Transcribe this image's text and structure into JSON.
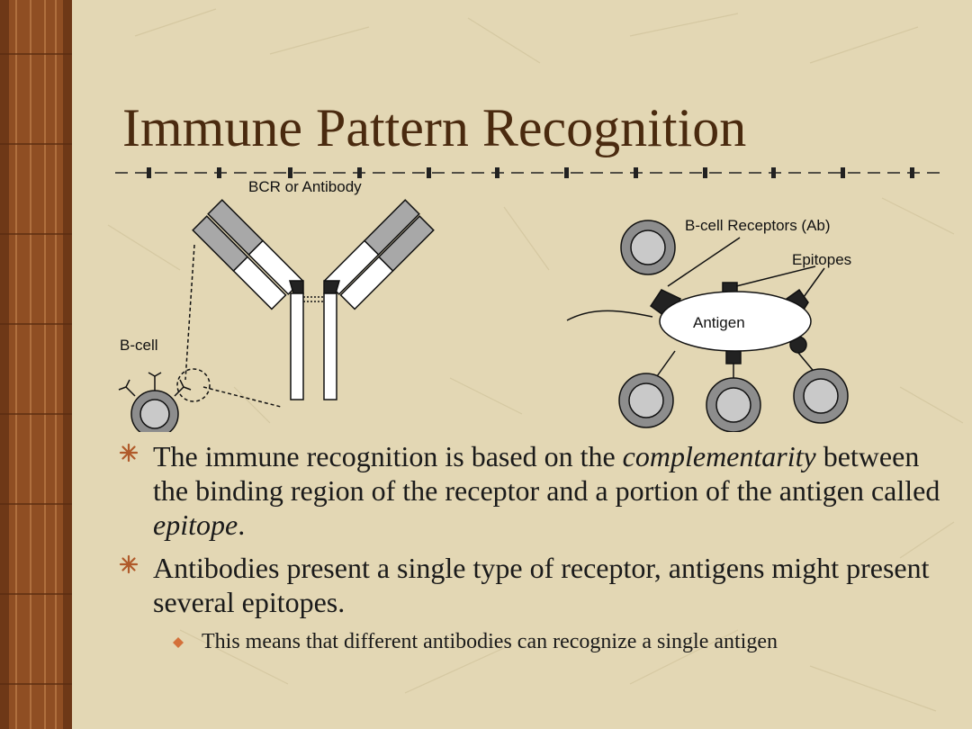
{
  "title": "Immune Pattern Recognition",
  "diagram": {
    "bcr_label": "BCR or Antibody",
    "bcell_label": "B-cell",
    "receptors_label": "B-cell Receptors (Ab)",
    "epitopes_label": "Epitopes",
    "antigen_label": "Antigen"
  },
  "bullets": [
    {
      "part1": "The immune recognition is based on the ",
      "emph1": "complementarity",
      "part2": " between the binding region of the receptor and a portion of the antigen called ",
      "emph2": "epitope",
      "part3": "."
    },
    {
      "text": "Antibodies present a single type of receptor, antigens might present several epitopes."
    }
  ],
  "subbullets": [
    {
      "text": "This means that different antibodies can recognize a single antigen"
    }
  ],
  "colors": {
    "background": "#e3d7b4",
    "title": "#4a2a0f",
    "bullet_mark": "#b05a2a",
    "subbullet_mark": "#d4703a",
    "cell_fill": "#9a9a9a"
  }
}
